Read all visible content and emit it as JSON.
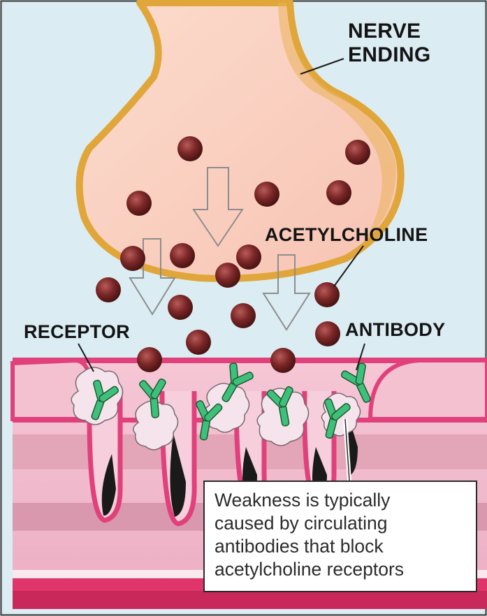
{
  "labels": {
    "nerve_ending_line1": "NERVE",
    "nerve_ending_line2": "ENDING",
    "acetylcholine": "ACETYLCHOLINE",
    "receptor": "RECEPTOR",
    "antibody": "ANTIBODY"
  },
  "caption": {
    "lines": [
      "Weakness is typically",
      "caused by circulating",
      "antibodies that block",
      "acetylcholine receptors"
    ]
  },
  "colors": {
    "background": "#dbecf2",
    "nerve_fill": "#fbd2c4",
    "nerve_outline": "#e0a63a",
    "acetylcholine": "#7a2626",
    "membrane": "#e0417b",
    "antibody": "#3fc07a",
    "receptor": "#f6e4ec"
  }
}
